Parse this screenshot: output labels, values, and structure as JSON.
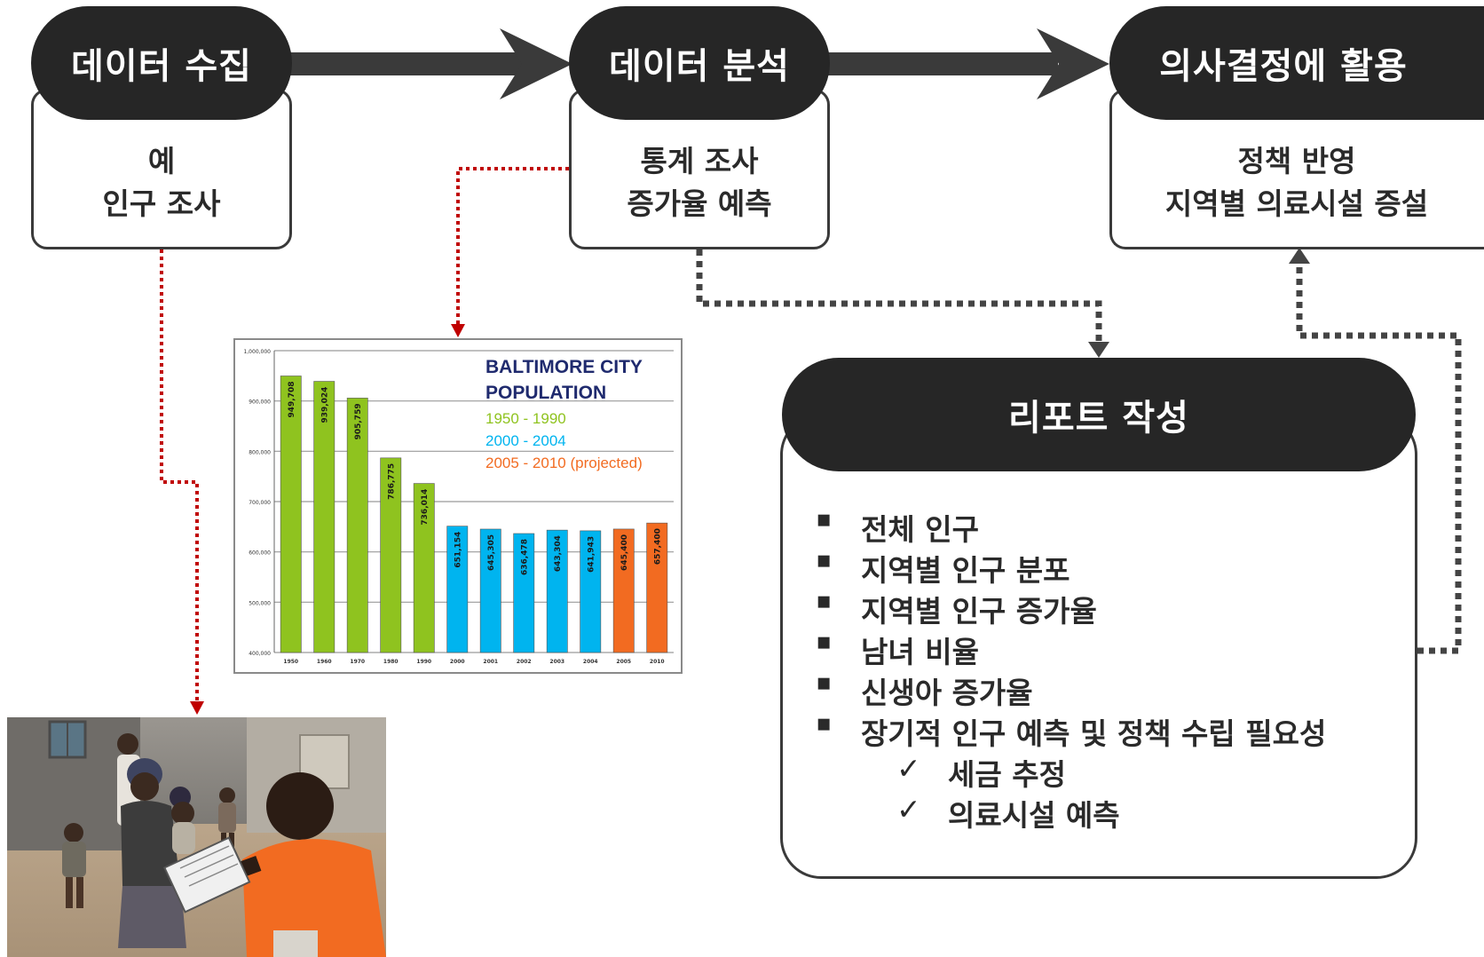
{
  "steps": [
    {
      "title": "데이터 수집",
      "lines": [
        "예",
        "인구 조사"
      ]
    },
    {
      "title": "데이터 분석",
      "lines": [
        "통계 조사",
        "증가율 예측"
      ]
    },
    {
      "title": "의사결정에 활용",
      "lines": [
        "정책 반영",
        "지역별 의료시설 증설"
      ]
    }
  ],
  "report": {
    "title": "리포트 작성",
    "items": [
      "전체 인구",
      "지역별 인구 분포",
      "지역별 인구 증가율",
      "남녀 비율",
      "신생아 증가율",
      "장기적 인구 예측 및 정책 수립 필요성"
    ],
    "sub_items": [
      "세금 추정",
      "의료시설 예측"
    ],
    "bullet_symbol": "▪",
    "check_symbol": "✓"
  },
  "chart_data": {
    "type": "bar",
    "title": "BALTIMORE CITY POPULATION",
    "legend": [
      {
        "label": "1950 - 1990",
        "color": "#8fc31f"
      },
      {
        "label": "2000 - 2004",
        "color": "#00b4ef"
      },
      {
        "label": "2005 - 2010 (projected)",
        "color": "#f26b21"
      }
    ],
    "categories": [
      "1950",
      "1960",
      "1970",
      "1980",
      "1990",
      "2000",
      "2001",
      "2002",
      "2003",
      "2004",
      "2005",
      "2010"
    ],
    "values": [
      949708,
      939024,
      905759,
      786775,
      736014,
      651154,
      645305,
      636478,
      643304,
      641943,
      645400,
      657400
    ],
    "value_labels": [
      "949,708",
      "939,024",
      "905,759",
      "786,775",
      "736,014",
      "651,154",
      "645,305",
      "636,478",
      "643,304",
      "641,943",
      "645,400",
      "657,400"
    ],
    "colors": [
      "#8fc31f",
      "#8fc31f",
      "#8fc31f",
      "#8fc31f",
      "#8fc31f",
      "#00b4ef",
      "#00b4ef",
      "#00b4ef",
      "#00b4ef",
      "#00b4ef",
      "#f26b21",
      "#f26b21"
    ],
    "ylim": [
      400000,
      1000000
    ],
    "yticks": [
      400000,
      500000,
      600000,
      700000,
      800000,
      900000,
      1000000
    ],
    "ytick_labels": [
      "400,000",
      "500,000",
      "600,000",
      "700,000",
      "800,000",
      "900,000",
      "1,000,000"
    ],
    "grid": true
  },
  "colors": {
    "pill": "#262626",
    "arrow": "#3a3a3a",
    "red_connector": "#c00000",
    "dotted_connector": "#444444"
  },
  "photo": {
    "subject": "census-worker-interview"
  }
}
